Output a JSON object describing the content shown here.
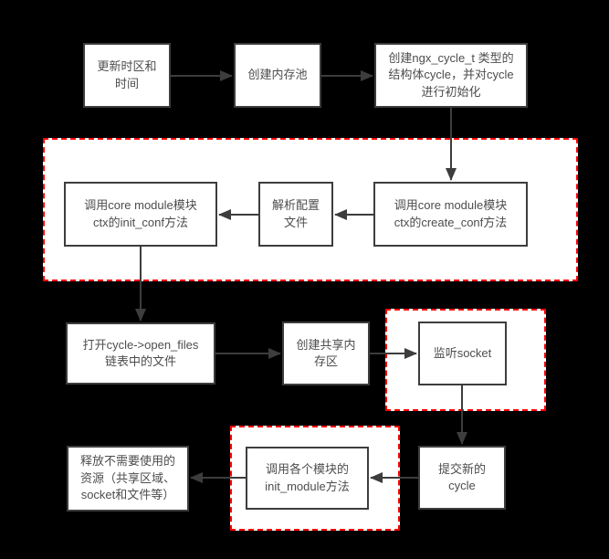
{
  "diagram": {
    "type": "flowchart",
    "background_color": "#000000",
    "node_fill": "#ffffff",
    "node_border_color": "#3d3d3d",
    "node_text_color": "#4d4d4d",
    "arrow_color": "#3d3d3d",
    "group_border_color": "#ff0000",
    "group_fill": "#ffffff"
  },
  "nodes": [
    {
      "id": "update-timezone",
      "label": "更新时区和\n时间"
    },
    {
      "id": "create-memory-pool",
      "label": "创建内存池"
    },
    {
      "id": "create-cycle-struct",
      "label": "创建ngx_cycle_t 类型的\n结构体cycle，并对cycle\n进行初始化"
    },
    {
      "id": "call-init-conf",
      "label": "调用core module模块\nctx的init_conf方法"
    },
    {
      "id": "parse-config",
      "label": "解析配置\n文件"
    },
    {
      "id": "call-create-conf",
      "label": "调用core module模块\nctx的create_conf方法"
    },
    {
      "id": "open-files",
      "label": "打开cycle->open_files\n链表中的文件"
    },
    {
      "id": "create-shared-mem",
      "label": "创建共享内\n存区"
    },
    {
      "id": "listen-socket",
      "label": "监听socket"
    },
    {
      "id": "release-resources",
      "label": "释放不需要使用的\n资源（共享区域、\nsocket和文件等）"
    },
    {
      "id": "call-init-module",
      "label": "调用各个模块的\ninit_module方法"
    },
    {
      "id": "commit-new-cycle",
      "label": "提交新的\ncycle"
    }
  ],
  "edges": [
    {
      "from": "update-timezone",
      "to": "create-memory-pool"
    },
    {
      "from": "create-memory-pool",
      "to": "create-cycle-struct"
    },
    {
      "from": "create-cycle-struct",
      "to": "call-create-conf"
    },
    {
      "from": "call-create-conf",
      "to": "parse-config"
    },
    {
      "from": "parse-config",
      "to": "call-init-conf"
    },
    {
      "from": "call-init-conf",
      "to": "open-files"
    },
    {
      "from": "open-files",
      "to": "create-shared-mem"
    },
    {
      "from": "create-shared-mem",
      "to": "listen-socket"
    },
    {
      "from": "listen-socket",
      "to": "commit-new-cycle"
    },
    {
      "from": "commit-new-cycle",
      "to": "call-init-module"
    },
    {
      "from": "call-init-module",
      "to": "release-resources"
    }
  ]
}
